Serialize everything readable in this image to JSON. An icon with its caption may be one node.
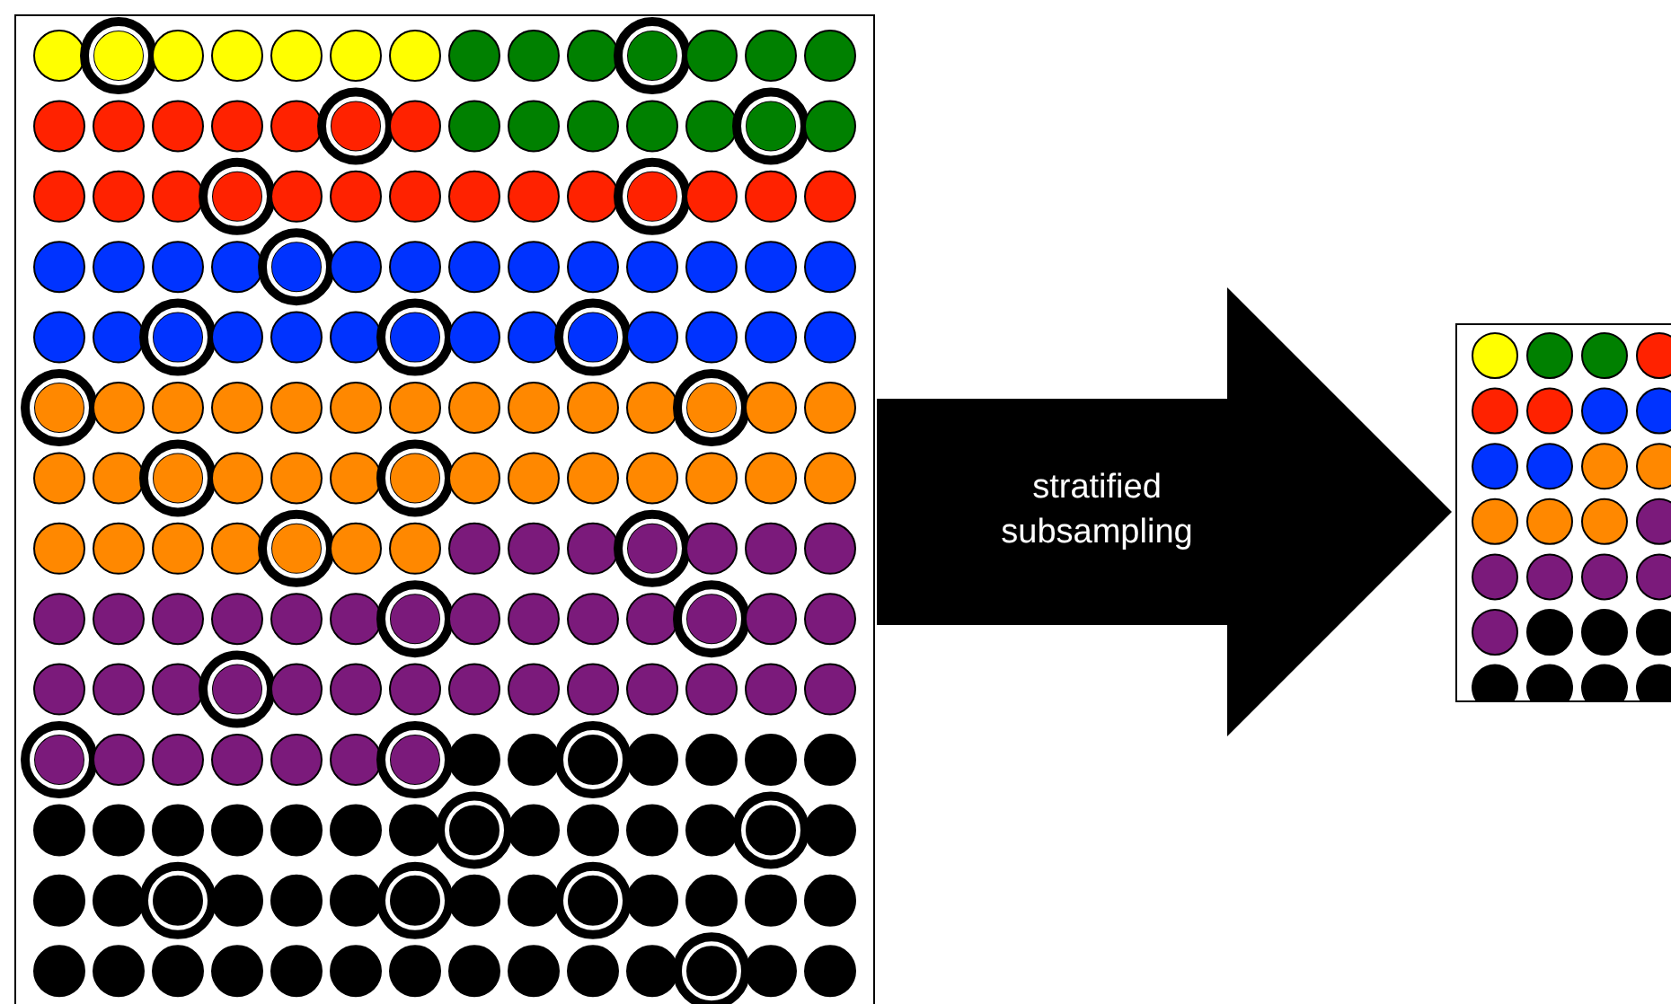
{
  "diagram": {
    "nodes": [
      {
        "text": [],
        "shape": "box"
      },
      {
        "text": [],
        "shape": "box"
      }
    ],
    "edges": [
      {
        "from": 0,
        "to": 1,
        "arrow": "to",
        "label": "stratified subsampling"
      }
    ]
  }
}
